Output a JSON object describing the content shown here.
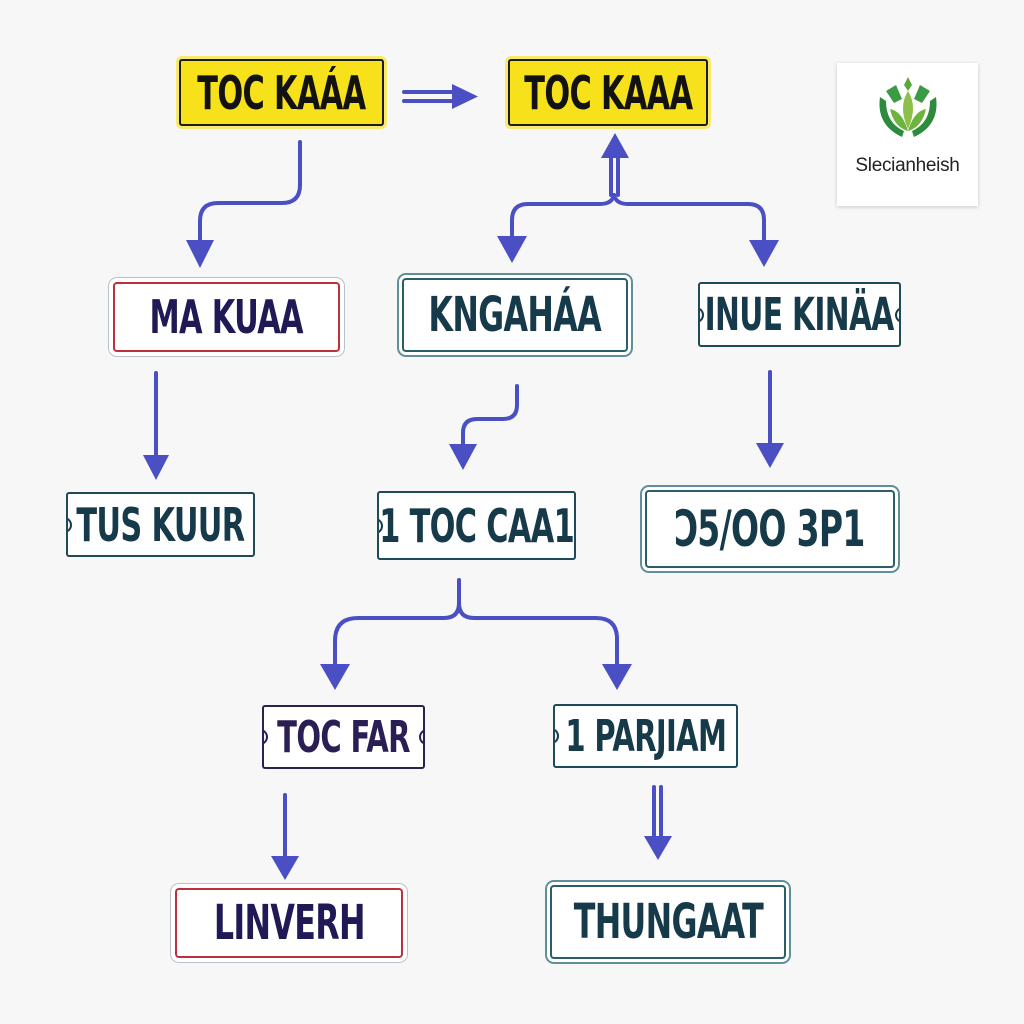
{
  "diagram": {
    "colors": {
      "background": "#f7f7f8",
      "arrow": "#4a4fc4",
      "yellow_plate": "#f7e11a",
      "red_border": "#c0303c",
      "teal_text": "#163a4a",
      "logo_green_dark": "#2e8b3e",
      "logo_green_light": "#8cc04a"
    },
    "logo": {
      "icon": "lotus-leaf-icon",
      "text": "Slecianheish"
    },
    "nodes": [
      {
        "id": "n1",
        "label": "TOC KAÁA",
        "style": "yellow"
      },
      {
        "id": "n2",
        "label": "TOC KAAA",
        "style": "yellow"
      },
      {
        "id": "n3",
        "label": "MA KUAA",
        "style": "red"
      },
      {
        "id": "n4",
        "label": "KNGAHÁA",
        "style": "teal-double"
      },
      {
        "id": "n5",
        "label": "INUE KINÄA",
        "style": "teal"
      },
      {
        "id": "n6",
        "label": "TUS KUUR",
        "style": "teal"
      },
      {
        "id": "n7",
        "label": "1 TOC CAA1",
        "style": "teal"
      },
      {
        "id": "n8",
        "label": "Ͻ5/OO 3P1",
        "style": "teal-double"
      },
      {
        "id": "n9",
        "label": "TOC FAR",
        "style": "purple"
      },
      {
        "id": "n10",
        "label": "1 PARJIAM",
        "style": "teal"
      },
      {
        "id": "n11",
        "label": "LINVERH",
        "style": "red"
      },
      {
        "id": "n12",
        "label": "THUNGAAT",
        "style": "teal-double"
      }
    ],
    "edges": [
      {
        "from": "n1",
        "to": "n2",
        "type": "double-right"
      },
      {
        "from": "n1",
        "to": "n3",
        "type": "curved-down"
      },
      {
        "from": "branch-top",
        "to": "n2",
        "type": "double-up"
      },
      {
        "from": "branch-top",
        "to": "n4",
        "type": "branch-down"
      },
      {
        "from": "branch-top",
        "to": "n5",
        "type": "branch-down"
      },
      {
        "from": "n3",
        "to": "n6",
        "type": "down"
      },
      {
        "from": "n4",
        "to": "n7",
        "type": "curved-down"
      },
      {
        "from": "n5",
        "to": "n8",
        "type": "down"
      },
      {
        "from": "n7",
        "to": "n9",
        "type": "branch-down"
      },
      {
        "from": "n7",
        "to": "n10",
        "type": "branch-down"
      },
      {
        "from": "n9",
        "to": "n11",
        "type": "down"
      },
      {
        "from": "n10",
        "to": "n12",
        "type": "double-down"
      }
    ]
  }
}
